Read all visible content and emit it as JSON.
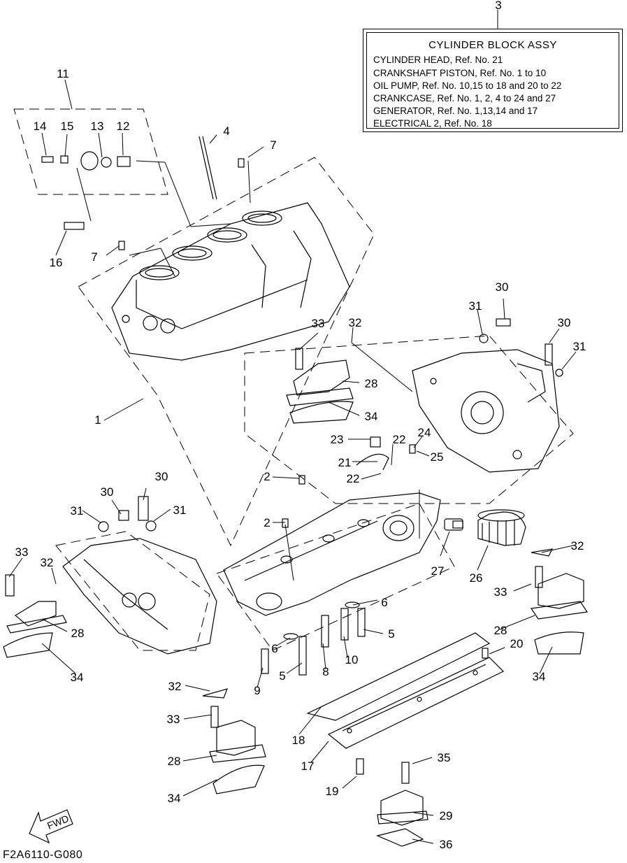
{
  "legend": {
    "title": "CYLINDER BLOCK ASSY",
    "lines": [
      "CYLINDER HEAD, Ref. No. 21",
      "CRANKSHAFT PISTON, Ref. No. 1 to 10",
      "OIL PUMP, Ref. No. 10,15 to 18 and 20 to 22",
      "CRANKCASE, Ref. No. 1, 2, 4 to 24 and 27",
      "GENERATOR, Ref. No. 1,13,14 and 17",
      "ELECTRICAL 2, Ref. No. 18"
    ]
  },
  "fwd_label": "FWD",
  "footer_code": "F2A6110-G080",
  "callouts": [
    "3",
    "11",
    "14",
    "15",
    "13",
    "12",
    "4",
    "7",
    "16",
    "7",
    "30",
    "31",
    "30",
    "31",
    "33",
    "32",
    "28",
    "34",
    "1",
    "23",
    "22",
    "24",
    "21",
    "25",
    "22",
    "2",
    "30",
    "30",
    "31",
    "31",
    "2",
    "32",
    "33",
    "32",
    "6",
    "27",
    "26",
    "33",
    "28",
    "5",
    "20",
    "28",
    "34",
    "34",
    "6",
    "10",
    "8",
    "5",
    "9",
    "32",
    "33",
    "18",
    "28",
    "17",
    "35",
    "34",
    "19",
    "29",
    "36"
  ]
}
